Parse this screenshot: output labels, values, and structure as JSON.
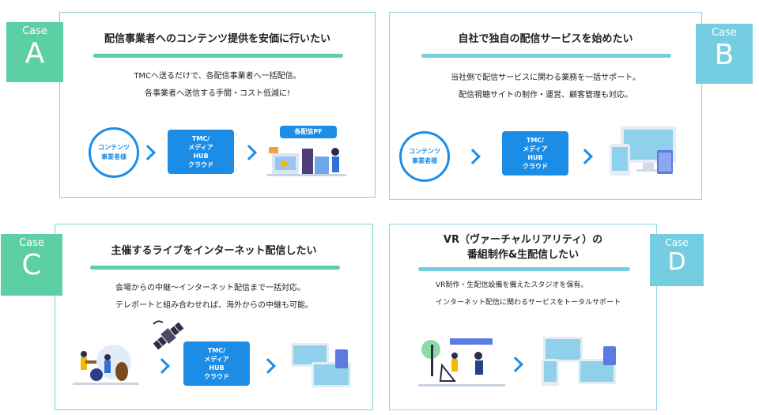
{
  "cases": {
    "a": {
      "badge_case": "Case",
      "badge_letter": "A",
      "title": "配信事業者へのコンテンツ提供を安価に行いたい",
      "desc_line1": "TMCへ送るだけで、各配信事業者へ一括配信。",
      "desc_line2": "各事業者へ送信する手間・コスト低減に!",
      "source": "コンテンツ 事業者様",
      "pf_label": "各配信PF"
    },
    "b": {
      "badge_case": "Case",
      "badge_letter": "B",
      "title": "自社で独自の配信サービスを始めたい",
      "desc_line1": "当社側で配信サービスに関わる業務を一括サポート。",
      "desc_line2": "配信視聴サイトの制作・運営、顧客管理も対応。",
      "source": "コンテンツ 事業者様"
    },
    "c": {
      "badge_case": "Case",
      "badge_letter": "C",
      "title": "主催するライブをインターネット配信したい",
      "desc_line1": "会場からの中継～インターネット配信まで一括対応。",
      "desc_line2": "テレポートと組み合わせれば、海外からの中継も可能。"
    },
    "d": {
      "badge_case": "Case",
      "badge_letter": "D",
      "title_line1": "VR（ヴァーチャルリアリティ）の",
      "title_line2": "番組制作&生配信したい",
      "desc_line1": "VR制作・生配信設備を備えたスタジオを保有。",
      "desc_line2": "インターネット配信に関わるサービスをトータルサポート"
    }
  },
  "hub": {
    "line1": "TMC/",
    "line2": "メディア",
    "line3": "HUB",
    "line4": "クラウド"
  },
  "colors": {
    "green": "#5ccfa4",
    "teal": "#74cde0",
    "blue": "#1c8de6"
  }
}
